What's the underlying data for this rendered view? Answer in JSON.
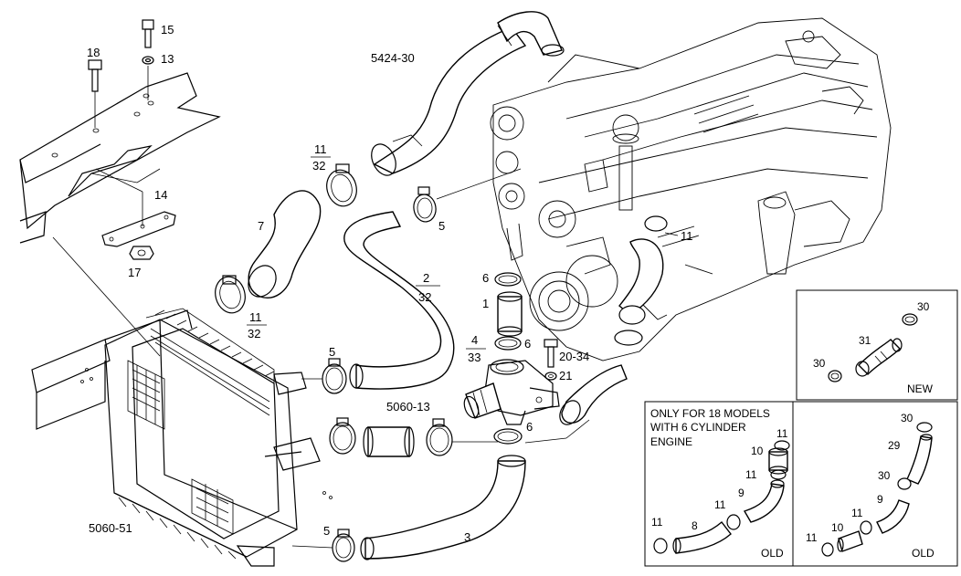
{
  "callouts": {
    "c15": "15",
    "c13": "13",
    "c18": "18",
    "c14": "14",
    "c17": "17",
    "c5424": "5424-30",
    "c11a": "11",
    "c32a": "32",
    "c7": "7",
    "c5a": "5",
    "c11b": "11",
    "c32b": "32",
    "c2": "2",
    "c32c": "32",
    "c6a": "6",
    "c1": "1",
    "c4": "4",
    "c33": "33",
    "c6b": "6",
    "c2034": "20-34",
    "c21": "21",
    "c5b": "5",
    "c5060_13": "5060-13",
    "c6c": "6",
    "c3": "3",
    "c5c": "5",
    "c5060_51": "5060-51",
    "c11c": "11"
  },
  "inset_new": {
    "label": "NEW",
    "n30a": "30",
    "n31": "31",
    "n30b": "30"
  },
  "inset_18": {
    "title_line1": "ONLY FOR 18 MODELS",
    "title_line2": "WITH 6 CYLINDER",
    "title_line3": "ENGINE",
    "label": "OLD",
    "n11a": "11",
    "n10": "10",
    "n11b": "11",
    "n9": "9",
    "n11c": "11",
    "n11d": "11",
    "n8": "8"
  },
  "inset_old": {
    "label": "OLD",
    "n30a": "30",
    "n29": "29",
    "n30b": "30",
    "n9": "9",
    "n11a": "11",
    "n10": "10",
    "n11b": "11"
  }
}
